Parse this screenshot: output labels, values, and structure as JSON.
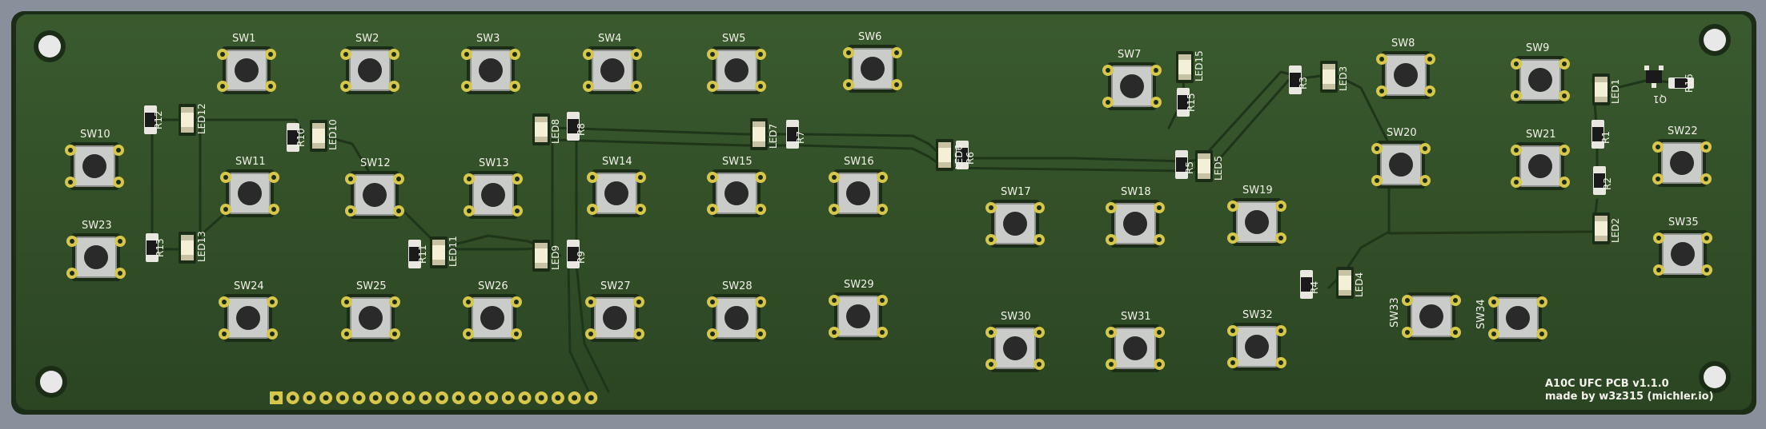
{
  "board": {
    "colors": {
      "background": "#8a8f9c",
      "board": "#2f4a26",
      "edge": "#1b2d17",
      "trace": "#1f3519",
      "pad": "#d6c64a",
      "silkscreen": "#f2f2ea"
    },
    "switches": [
      "SW1",
      "SW2",
      "SW3",
      "SW4",
      "SW5",
      "SW6",
      "SW7",
      "SW8",
      "SW9",
      "SW10",
      "SW11",
      "SW12",
      "SW13",
      "SW14",
      "SW15",
      "SW16",
      "SW17",
      "SW18",
      "SW19",
      "SW20",
      "SW21",
      "SW22",
      "SW23",
      "SW24",
      "SW25",
      "SW26",
      "SW27",
      "SW28",
      "SW29",
      "SW30",
      "SW31",
      "SW32",
      "SW33",
      "SW34",
      "SW35"
    ],
    "resistors": [
      "R1",
      "R2",
      "R3",
      "R4",
      "R5",
      "R6",
      "R7",
      "R8",
      "R9",
      "R10",
      "R11",
      "R12",
      "R13",
      "R15",
      "R16"
    ],
    "leds": [
      "LED1",
      "LED2",
      "LED3",
      "LED4",
      "LED5",
      "LED6",
      "LED7",
      "LED8",
      "LED9",
      "LED10",
      "LED11",
      "LED12",
      "LED13",
      "LED15"
    ],
    "transistor": "Q1",
    "header_pins": 20,
    "credit_line1": "A10C UFC PCB v1.1.0",
    "credit_line2": "made by w3z315 (michler.io)"
  }
}
